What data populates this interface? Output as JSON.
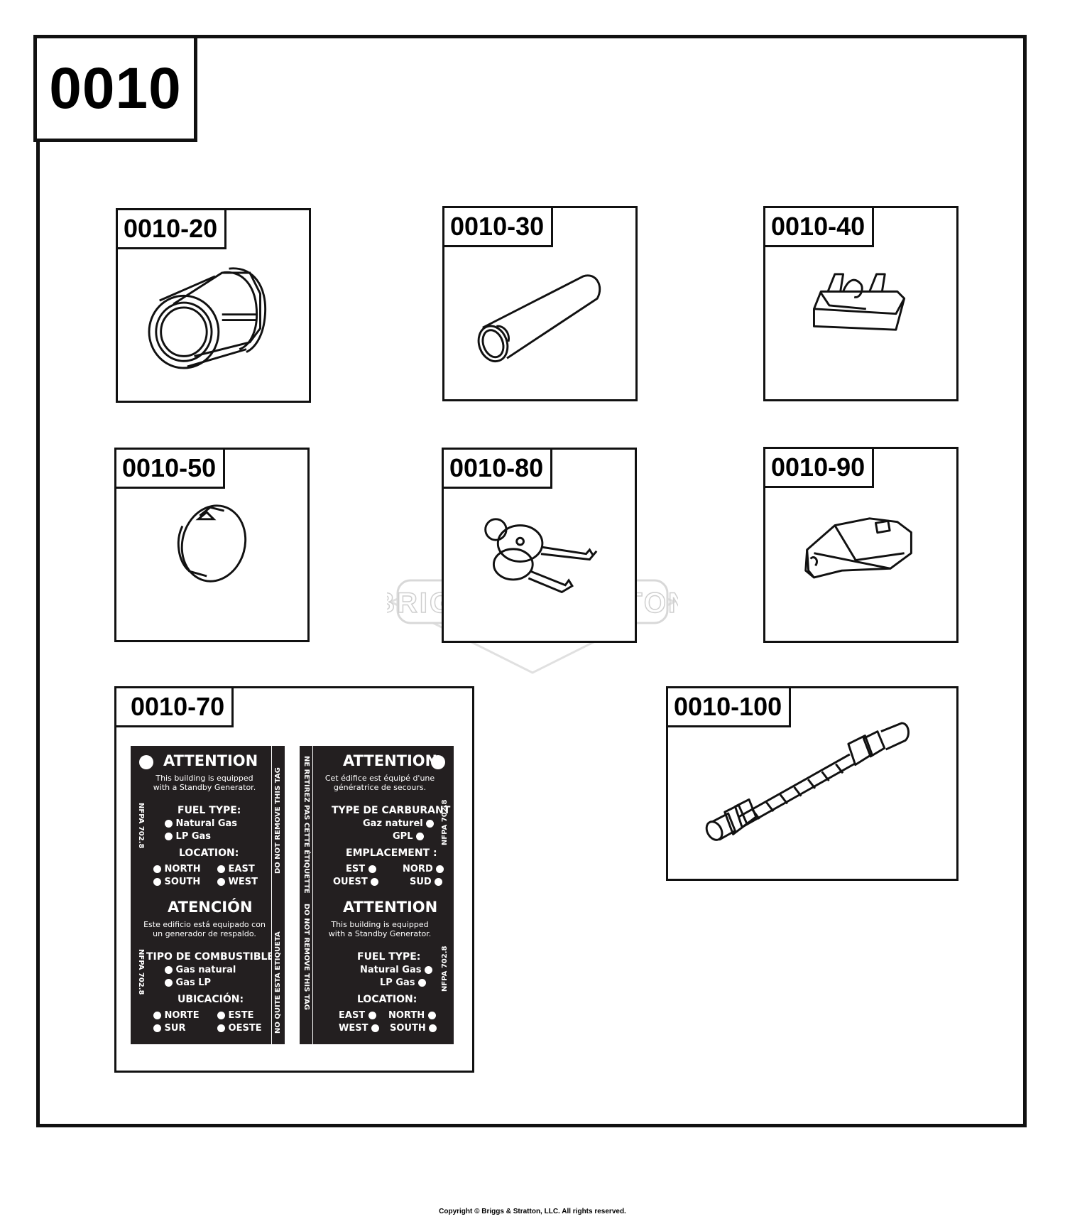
{
  "section": "0010",
  "parts": [
    {
      "id": "0010-20",
      "icon": "pipe-coupling-icon"
    },
    {
      "id": "0010-30",
      "icon": "tube-sleeve-icon"
    },
    {
      "id": "0010-40",
      "icon": "blade-fuse-icon"
    },
    {
      "id": "0010-50",
      "icon": "plug-cap-icon"
    },
    {
      "id": "0010-80",
      "icon": "keys-icon"
    },
    {
      "id": "0010-90",
      "icon": "knob-cover-icon"
    },
    {
      "id": "0010-70",
      "icon": "attention-label-icon"
    },
    {
      "id": "0010-100",
      "icon": "flex-gas-line-icon"
    }
  ],
  "watermark": "BRIGGS&STRATTON",
  "label": {
    "left": {
      "top": {
        "heading": "ATTENTION",
        "line1": "This building is equipped",
        "line2": "with a Standby Generator.",
        "fuel_title": "FUEL TYPE:",
        "fuel1": "Natural Gas",
        "fuel2": "LP Gas",
        "loc_title": "LOCATION:",
        "d1": "NORTH",
        "d2": "EAST",
        "d3": "SOUTH",
        "d4": "WEST",
        "nfpa": "NFPA 702.8"
      },
      "bottom": {
        "heading": "ATENCIÓN",
        "line1": "Este edificio está equipado con",
        "line2": "un generador de respaldo.",
        "fuel_title": "TIPO DE COMBUSTIBLE:",
        "fuel1": "Gas natural",
        "fuel2": "Gas LP",
        "loc_title": "UBICACIÓN:",
        "d1": "NORTE",
        "d2": "ESTE",
        "d3": "SUR",
        "d4": "OESTE",
        "nfpa": "NFPA 702.8"
      },
      "strip_top": "DO NOT REMOVE THIS TAG",
      "strip_bottom": "NO QUITE ESTA ETIQUETA"
    },
    "right": {
      "top": {
        "heading": "ATTENTION",
        "line1": "Cet édifice est équipé d'une",
        "line2": "génératrice de secours.",
        "fuel_title": "TYPE DE CARBURANT :",
        "fuel1": "Gaz naturel",
        "fuel2": "GPL",
        "loc_title": "EMPLACEMENT :",
        "d1": "EST",
        "d2": "NORD",
        "d3": "OUEST",
        "d4": "SUD",
        "nfpa": "NFPA 702.8"
      },
      "bottom": {
        "heading": "ATTENTION",
        "line1": "This building is equipped",
        "line2": "with a Standby Generator.",
        "fuel_title": "FUEL TYPE:",
        "fuel1": "Natural Gas",
        "fuel2": "LP Gas",
        "loc_title": "LOCATION:",
        "d1": "EAST",
        "d2": "NORTH",
        "d3": "WEST",
        "d4": "SOUTH",
        "nfpa": "NFPA 702.8"
      },
      "strip_top": "NE RETIREZ PAS CETTE ÉTIQUETTE",
      "strip_bottom": "DO NOT REMOVE THIS TAG"
    }
  },
  "copyright": "Copyright © Briggs & Stratton, LLC. All rights reserved."
}
